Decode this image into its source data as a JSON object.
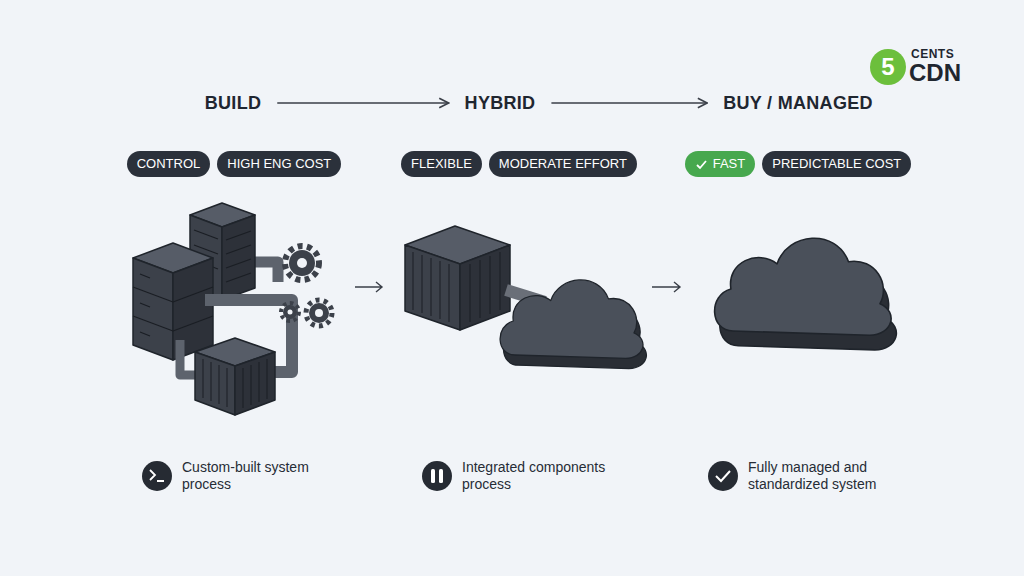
{
  "diagram": {
    "nodes": [
      {
        "text": [
          "BUILD"
        ]
      },
      {
        "text": [
          "HYBRID"
        ]
      },
      {
        "text": [
          "BUY / MANAGED"
        ]
      },
      {
        "text": [
          "CONTROL"
        ]
      },
      {
        "text": [
          "HIGH ENG COST"
        ]
      },
      {
        "text": [
          "FLEXIBLE"
        ]
      },
      {
        "text": [
          "MODERATE EFFORT"
        ]
      },
      {
        "text": [
          "FAST"
        ]
      },
      {
        "text": [
          "PREDICTABLE COST"
        ]
      }
    ],
    "edges": [
      {
        "from": 0,
        "to": 1,
        "arrow": "to"
      },
      {
        "from": 1,
        "to": 2,
        "arrow": "to"
      }
    ],
    "labels": [
      "5",
      "CENTS",
      "CDN",
      "Custom-built system process",
      "Integrated components process",
      "Fully managed and standardized system"
    ]
  }
}
